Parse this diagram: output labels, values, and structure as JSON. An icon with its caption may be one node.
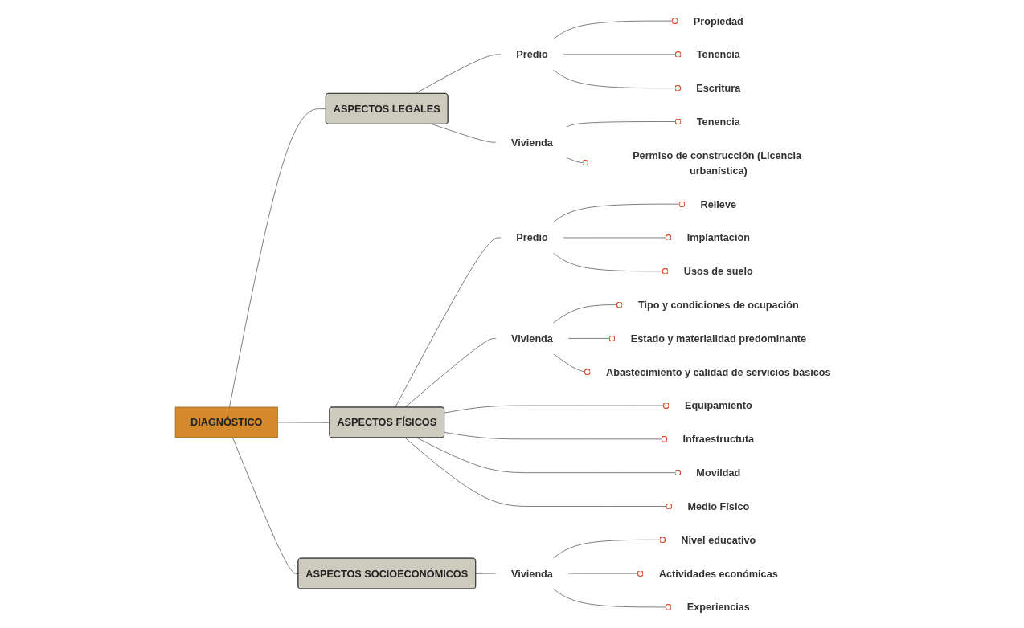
{
  "diagram": {
    "nodes": [
      {
        "text": [
          "DIAGNÓSTICO"
        ]
      },
      {
        "text": [
          "ASPECTOS LEGALES"
        ]
      },
      {
        "text": [
          "Predio"
        ]
      },
      {
        "text": [
          "Propiedad"
        ]
      },
      {
        "text": [
          "Tenencia"
        ]
      },
      {
        "text": [
          "Escritura"
        ]
      },
      {
        "text": [
          "Vivienda"
        ]
      },
      {
        "text": [
          "Tenencia"
        ]
      },
      {
        "text": [
          "Permiso de construcción (Licencia urbanística)"
        ]
      },
      {
        "text": [
          "ASPECTOS FÍSICOS"
        ]
      },
      {
        "text": [
          "Predio"
        ]
      },
      {
        "text": [
          "Relieve"
        ]
      },
      {
        "text": [
          "Implantación"
        ]
      },
      {
        "text": [
          "Usos de suelo"
        ]
      },
      {
        "text": [
          "Vivienda"
        ]
      },
      {
        "text": [
          "Tipo y condiciones de ocupación"
        ]
      },
      {
        "text": [
          "Estado y materialidad predominante"
        ]
      },
      {
        "text": [
          "Abastecimiento y calidad de servicios básicos"
        ]
      },
      {
        "text": [
          "Equipamiento"
        ]
      },
      {
        "text": [
          "Infraestructuta"
        ]
      },
      {
        "text": [
          "Movildad"
        ]
      },
      {
        "text": [
          "Medio Físico"
        ]
      },
      {
        "text": [
          "ASPECTOS SOCIOECONÓMICOS"
        ]
      },
      {
        "text": [
          "Vivienda"
        ]
      },
      {
        "text": [
          "Nivel educativo"
        ]
      },
      {
        "text": [
          "Actividades económicas"
        ]
      },
      {
        "text": [
          "Experiencias"
        ]
      }
    ],
    "edges": [
      {
        "from": 0,
        "to": 1,
        "arrow": "none"
      },
      {
        "from": 1,
        "to": 2,
        "arrow": "none"
      },
      {
        "from": 2,
        "to": 3,
        "arrow": "other"
      },
      {
        "from": 2,
        "to": 4,
        "arrow": "other"
      },
      {
        "from": 2,
        "to": 5,
        "arrow": "other"
      },
      {
        "from": 1,
        "to": 6,
        "arrow": "none"
      },
      {
        "from": 6,
        "to": 7,
        "arrow": "other"
      },
      {
        "from": 6,
        "to": 8,
        "arrow": "other"
      },
      {
        "from": 0,
        "to": 9,
        "arrow": "none"
      },
      {
        "from": 9,
        "to": 10,
        "arrow": "none"
      },
      {
        "from": 10,
        "to": 11,
        "arrow": "other"
      },
      {
        "from": 10,
        "to": 12,
        "arrow": "other"
      },
      {
        "from": 10,
        "to": 13,
        "arrow": "other"
      },
      {
        "from": 9,
        "to": 14,
        "arrow": "none"
      },
      {
        "from": 14,
        "to": 15,
        "arrow": "other"
      },
      {
        "from": 14,
        "to": 16,
        "arrow": "other"
      },
      {
        "from": 14,
        "to": 17,
        "arrow": "other"
      },
      {
        "from": 9,
        "to": 18,
        "arrow": "other"
      },
      {
        "from": 9,
        "to": 19,
        "arrow": "other"
      },
      {
        "from": 9,
        "to": 20,
        "arrow": "other"
      },
      {
        "from": 9,
        "to": 21,
        "arrow": "other"
      },
      {
        "from": 0,
        "to": 22,
        "arrow": "none"
      },
      {
        "from": 22,
        "to": 23,
        "arrow": "none"
      },
      {
        "from": 23,
        "to": 24,
        "arrow": "other"
      },
      {
        "from": 23,
        "to": 25,
        "arrow": "other"
      },
      {
        "from": 23,
        "to": 26,
        "arrow": "other"
      }
    ]
  }
}
